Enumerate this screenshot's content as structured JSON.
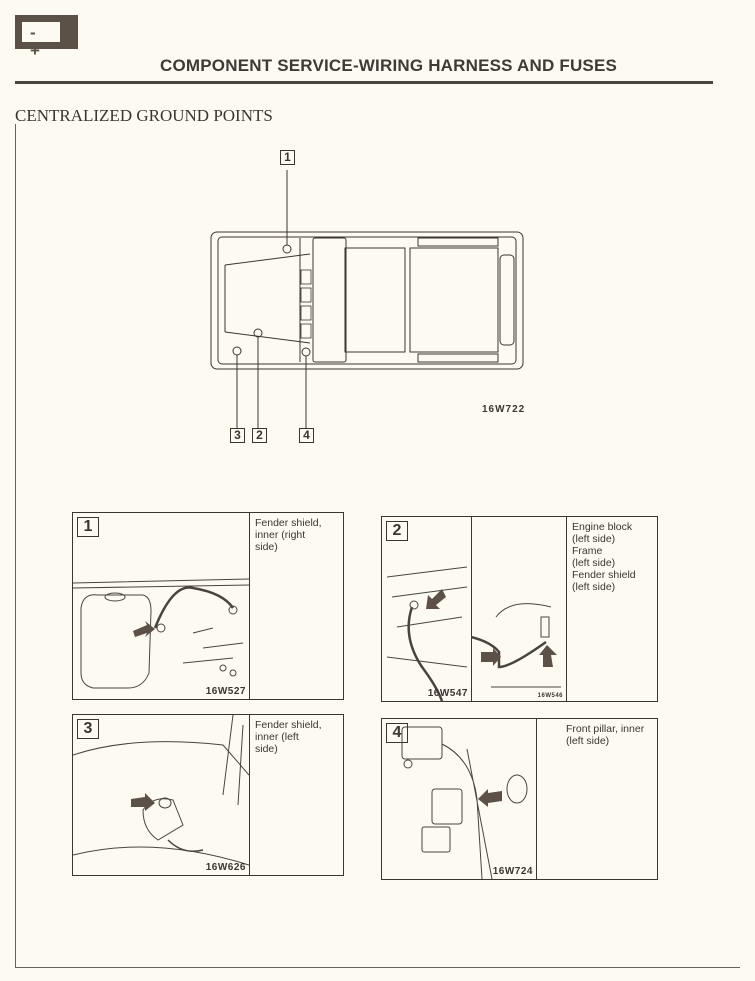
{
  "header": {
    "icon": "battery-icon",
    "icon_symbol": "- +",
    "title": "COMPONENT SERVICE-WIRING HARNESS AND FUSES"
  },
  "section_title": "CENTRALIZED GROUND POINTS",
  "overview": {
    "figure_code": "16W722",
    "callouts": [
      "1",
      "2",
      "3",
      "4"
    ]
  },
  "panels": [
    {
      "number": "1",
      "description": "Fender shield,\ninner (right\nside)",
      "figure_codes": [
        "16W527"
      ]
    },
    {
      "number": "2",
      "description": "Engine block\n(left side)\nFrame\n(left side)\nFender shield\n(left side)",
      "figure_codes": [
        "16W547",
        "16W546"
      ]
    },
    {
      "number": "3",
      "description": "Fender shield,\ninner (left\nside)",
      "figure_codes": [
        "16W626"
      ]
    },
    {
      "number": "4",
      "description": "Front pillar, inner\n(left side)",
      "figure_codes": [
        "16W724"
      ]
    }
  ]
}
